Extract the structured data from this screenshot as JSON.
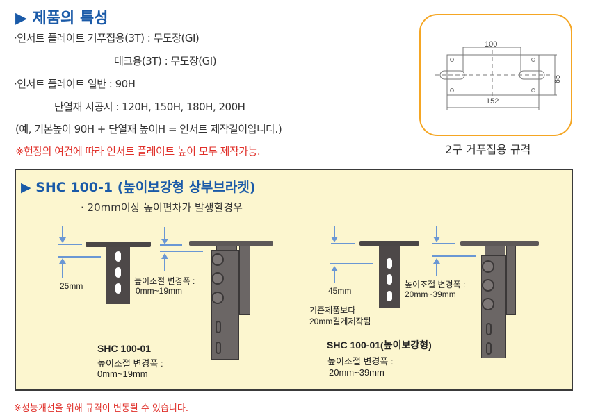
{
  "features": {
    "title": "▶ 제품의 특성",
    "lines": [
      "·인서트 플레이트 거푸집용(3T) : 무도장(GI)",
      "데크용(3T) : 무도장(GI)",
      "·인서트 플레이트 일반 : 90H",
      "단열재 시공시 : 120H, 150H, 180H, 200H",
      "(예, 기본높이 90H + 단열재 높이H = 인서트 제작길이입니다.)"
    ],
    "note": "※현장의 여건에 따라 인서트 플레이트 높이 모두 제작가능."
  },
  "spec_drawing": {
    "dims": [
      "100",
      "152",
      "65"
    ],
    "caption": "2구 거푸집용 규격"
  },
  "bracket_section": {
    "title": "▶  SHC 100-1 (높이보강형 상부브라켓)",
    "subtitle": "· 20mm이상 높이편차가 발생할경우",
    "standard": {
      "gap": "25mm",
      "adjust_label": "높이조절 변경폭 :",
      "adjust_range": "0mm~19mm",
      "model": "SHC 100-01",
      "model_adjust_label": "높이조절 변경폭 :",
      "model_adjust_range": "0mm~19mm"
    },
    "reinforced": {
      "gap": "45mm",
      "note1": "기존제품보다",
      "note2": "20mm길게제작됨",
      "adjust_label": "높이조절 변경폭 :",
      "adjust_range": "20mm~39mm",
      "model": "SHC 100-01(높이보강형)",
      "model_adjust_label": "높이조절 변경폭 :",
      "model_adjust_range": "20mm~39mm"
    }
  },
  "footer_note": "※성능개선을 위해 규격이 변동될 수 있습니다.",
  "colors": {
    "blue": "#1a5aa8",
    "red": "#e0302a",
    "orange": "#f5a623",
    "panel": "#fcf6cf"
  }
}
